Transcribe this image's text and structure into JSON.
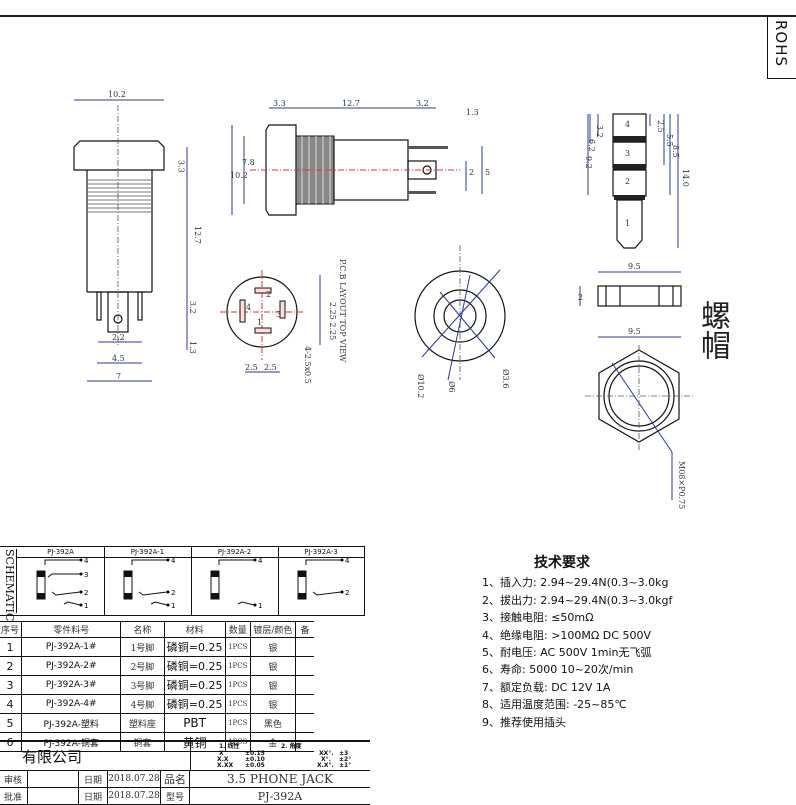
{
  "header": {
    "rohs_label": "ROHS"
  },
  "side_view": {
    "dims": {
      "head_width": "10.2",
      "head_height": "3.3",
      "body_length": "12.7",
      "pin_length": "3.2",
      "pin_tip": "1.3",
      "pin_gap_inner": "2.2",
      "pin_span_mid": "4.5",
      "body_width": "7"
    }
  },
  "front_view": {
    "dims": {
      "head_thick": "3.3",
      "thread_len": "12.7",
      "pin_len": "3.2",
      "pin_tip": "1.3",
      "head_dia": "10.2",
      "thread_dia": "7.8",
      "pin_gap_a": "2",
      "pin_gap_b": "5"
    }
  },
  "plug_view": {
    "dims": {
      "d1": "3.2",
      "d2": "6.2",
      "d3": "9.2",
      "d4": "2.5",
      "d5": "5.5",
      "d6": "8.5",
      "total": "14.0"
    },
    "segments": [
      "4",
      "3",
      "2",
      "1"
    ]
  },
  "pcb_layout": {
    "title": "P.C.B LAYOUT TOP VIEW",
    "pins": [
      "2",
      "4",
      "3",
      "1"
    ],
    "dims": {
      "pitch_a": "2.5",
      "pitch_b": "2.5",
      "v_a": "2.25",
      "v_b": "2.25",
      "hole": "4-2.5x0.5"
    }
  },
  "circle_view": {
    "dims": {
      "outer": "Ø10.2",
      "mid": "Ø6",
      "inner": "Ø3.6"
    }
  },
  "nut": {
    "label": "螺帽",
    "dims": {
      "side_width": "9.5",
      "thickness": "2",
      "top_width": "9.5",
      "thread": "M08×P0.75"
    }
  },
  "schematic": {
    "side_label": "SCHEMATIC",
    "models": [
      {
        "name": "PJ-392A",
        "pins": [
          "4",
          "3",
          "2",
          "1"
        ]
      },
      {
        "name": "PJ-392A-1",
        "pins": [
          "4",
          "2",
          "1"
        ]
      },
      {
        "name": "PJ-392A-2",
        "pins": [
          "4",
          "1"
        ]
      },
      {
        "name": "PJ-392A-3",
        "pins": [
          "4",
          "2"
        ]
      }
    ]
  },
  "bom": {
    "headers": [
      "序号",
      "零件料号",
      "名称",
      "材料",
      "数量",
      "镀层/颜色",
      "备"
    ],
    "rows": [
      {
        "no": "1",
        "part": "PJ-392A-1#",
        "name": "1号脚",
        "material": "磷铜=0.25",
        "qty": "1PCS",
        "finish": "银"
      },
      {
        "no": "2",
        "part": "PJ-392A-2#",
        "name": "2号脚",
        "material": "磷铜=0.25",
        "qty": "1PCS",
        "finish": "银"
      },
      {
        "no": "3",
        "part": "PJ-392A-3#",
        "name": "3号脚",
        "material": "磷铜=0.25",
        "qty": "1PCS",
        "finish": "银"
      },
      {
        "no": "4",
        "part": "PJ-392A-4#",
        "name": "4号脚",
        "material": "磷铜=0.25",
        "qty": "1PCS",
        "finish": "银"
      },
      {
        "no": "5",
        "part": "PJ-392A-塑料",
        "name": "塑料座",
        "material": "PBT",
        "qty": "1PCS",
        "finish": "黑色"
      },
      {
        "no": "6",
        "part": "PJ-392A-铜套",
        "name": "铜套",
        "material": "黄铜",
        "qty": "1PCS",
        "finish": "金"
      }
    ]
  },
  "title_block": {
    "company": "有限公司",
    "tol1_title": "1. 线性",
    "tol1": [
      [
        "X",
        "±0.15"
      ],
      [
        "X.X",
        "±0.10"
      ],
      [
        "X.XX",
        "±0.05"
      ]
    ],
    "tol2_title": "2. 角度",
    "tol2": [
      [
        "XX°.",
        "±3"
      ],
      [
        "X°.",
        "±2°"
      ],
      [
        "X.X°.",
        "±1°"
      ]
    ],
    "review_label": "审核",
    "date_label": "日期",
    "date": "2018.07.28",
    "product_label": "品名",
    "product": "3.5 PHONE JACK",
    "approve_label": "批准",
    "date2": "2018.07.28",
    "model_label": "型号",
    "model": "PJ-392A"
  },
  "tech_requirements": {
    "title": "技术要求",
    "items": [
      "1、插入力: 2.94~29.4N(0.3~3.0kg",
      "2、拔出力: 2.94~29.4N(0.3~3.0kgf",
      "3、接触电阻: ≤50mΩ",
      "4、绝缘电阻: >100MΩ DC   500V",
      "5、耐电压: AC   500V   1min无飞弧",
      "6、寿命: 5000  10~20次/min",
      "7、额定负载: DC   12V   1A",
      "8、适用温度范围: -25~85℃",
      "9、推荐使用插头"
    ]
  }
}
